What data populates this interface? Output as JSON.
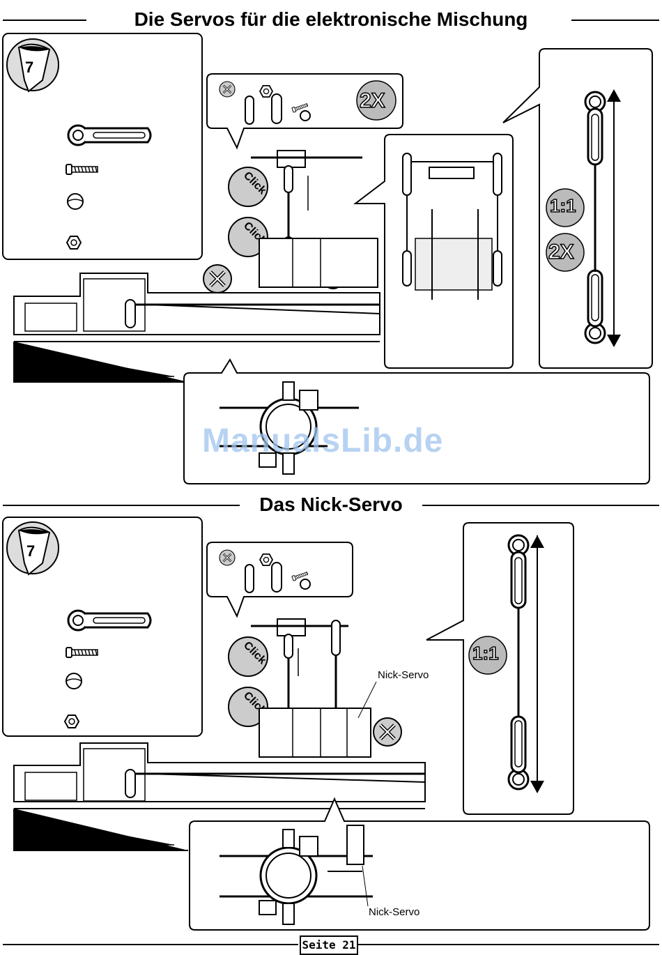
{
  "sections": {
    "top_title": "Die Servos für die elektronische Mischung",
    "bottom_title": "Das Nick-Servo"
  },
  "badges": {
    "loctite_number": "7",
    "qty_2x": "2X",
    "ratio": "1:1"
  },
  "labels": {
    "click": "Click",
    "nick_servo": "Nick-Servo"
  },
  "watermark": "ManualsLib.de",
  "footer": {
    "page_label": "Seite 21"
  },
  "icons": [
    "loctite-tube-icon",
    "crossed-out-icon",
    "servo-horn-icon",
    "screw-icon",
    "ball-icon",
    "nut-icon",
    "rotate-arrow-icon"
  ]
}
